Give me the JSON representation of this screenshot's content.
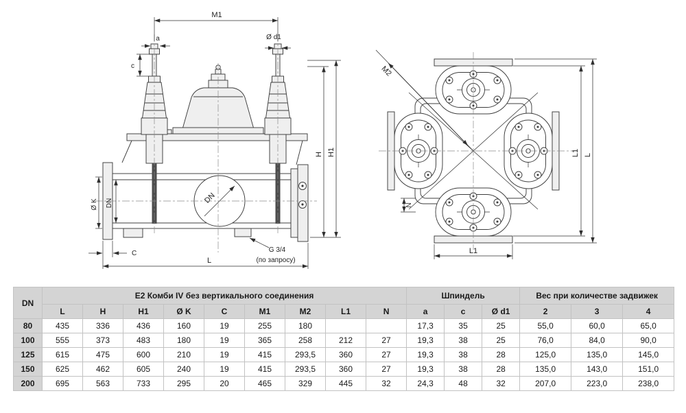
{
  "drawing": {
    "front": {
      "m1": "M1",
      "a": "a",
      "c_top": "c",
      "d1": "Ø d1",
      "h": "H",
      "h1": "H1",
      "ok": "Ø K",
      "dn_left": "DN",
      "dn_circle": "DN",
      "c_bottom": "C",
      "l": "L",
      "g34": "G 3/4",
      "note": "(по запросу)"
    },
    "top": {
      "m2": "M2",
      "l1_right": "L1",
      "l_right": "L",
      "n": "N",
      "l1_bottom": "L1"
    }
  },
  "table": {
    "col_dn": "DN",
    "group_main": "Е2 Комби IV без вертикального соединения",
    "group_spindle": "Шпиндель",
    "group_weight": "Вес при количестве задвижек",
    "columns": [
      "L",
      "H",
      "H1",
      "Ø K",
      "C",
      "M1",
      "M2",
      "L1",
      "N",
      "a",
      "c",
      "Ø d1",
      "2",
      "3",
      "4"
    ],
    "rows": [
      {
        "dn": "80",
        "values": [
          "435",
          "336",
          "436",
          "160",
          "19",
          "255",
          "180",
          "",
          "",
          "17,3",
          "35",
          "25",
          "55,0",
          "60,0",
          "65,0"
        ]
      },
      {
        "dn": "100",
        "values": [
          "555",
          "373",
          "483",
          "180",
          "19",
          "365",
          "258",
          "212",
          "27",
          "19,3",
          "38",
          "25",
          "76,0",
          "84,0",
          "90,0"
        ]
      },
      {
        "dn": "125",
        "values": [
          "615",
          "475",
          "600",
          "210",
          "19",
          "415",
          "293,5",
          "360",
          "27",
          "19,3",
          "38",
          "28",
          "125,0",
          "135,0",
          "145,0"
        ]
      },
      {
        "dn": "150",
        "values": [
          "625",
          "462",
          "605",
          "240",
          "19",
          "415",
          "293,5",
          "360",
          "27",
          "19,3",
          "38",
          "28",
          "135,0",
          "143,0",
          "151,0"
        ]
      },
      {
        "dn": "200",
        "values": [
          "695",
          "563",
          "733",
          "295",
          "20",
          "465",
          "329",
          "445",
          "32",
          "24,3",
          "48",
          "32",
          "207,0",
          "223,0",
          "238,0"
        ]
      }
    ]
  }
}
